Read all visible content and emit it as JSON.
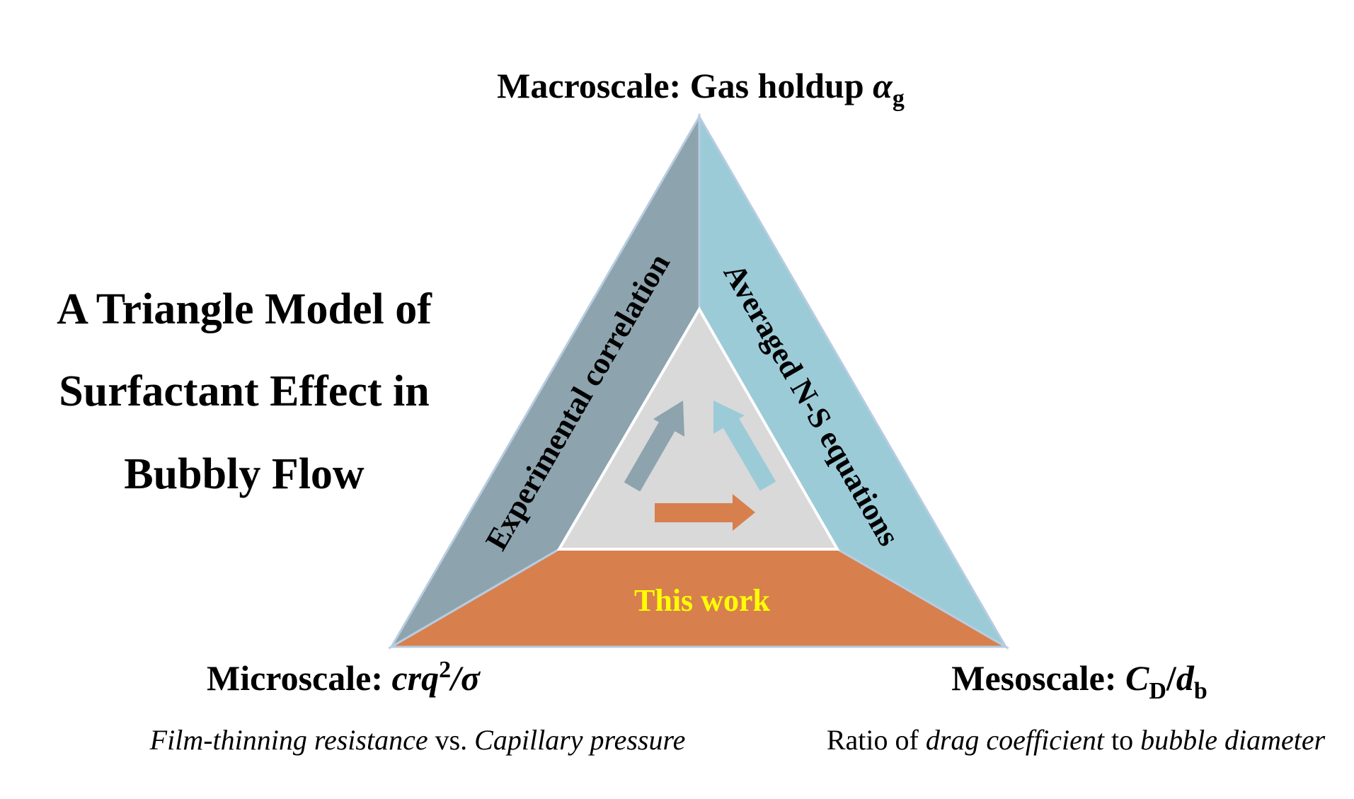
{
  "title_lines": [
    "A Triangle Model of",
    "Surfactant Effect in",
    "Bubbly Flow"
  ],
  "apex": {
    "macro": {
      "label": "Macroscale: Gas holdup ",
      "symbol": "α",
      "sub": "g"
    },
    "micro": {
      "label": "Microscale: ",
      "symbol": "crq",
      "sup": "2",
      "tail": "/σ"
    },
    "meso": {
      "label": "Mesoscale: ",
      "symbol1": "C",
      "sub1": "D",
      "slash": "/",
      "symbol2": "d",
      "sub2": "b"
    }
  },
  "micro_note": {
    "i1": "Film-thinning resistance",
    "r1": " vs. ",
    "i2": "Capillary pressure"
  },
  "meso_note": {
    "r1": "Ratio of ",
    "i1": "drag coefficient",
    "r2": " to ",
    "i2": "bubble diameter"
  },
  "sides": {
    "left": "Experimental correlation",
    "right": "Averaged N-S equations",
    "bottom": "This work"
  },
  "colors": {
    "left_band": "#8da3ae",
    "right_band": "#9ccbd8",
    "bottom_band": "#d87f4e",
    "inner": "#d9d9d9",
    "edge": "#b7cce0",
    "this_work_text": "#ffff00",
    "arrow_left": "#8da3ae",
    "arrow_right": "#9ccbd8",
    "arrow_bottom": "#d87f4e"
  }
}
